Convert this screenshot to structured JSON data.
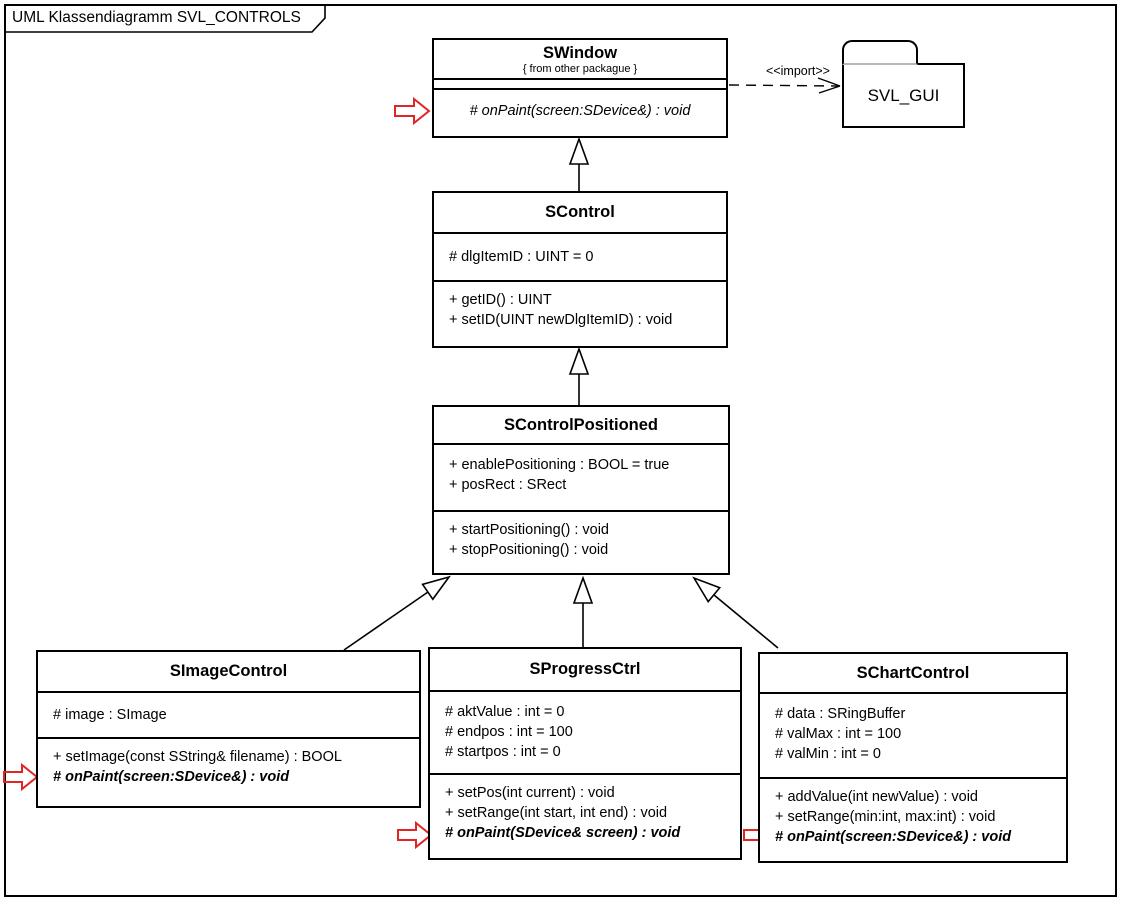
{
  "frame": {
    "title": "UML Klassendiagramm SVL_CONTROLS"
  },
  "package": {
    "name": "SVL_GUI",
    "stereotype": "<<import>>"
  },
  "classes": {
    "swindow": {
      "name": "SWindow",
      "note": "{ from other packague }",
      "attributes": [],
      "operations": [
        "# onPaint(screen:SDevice&) : void"
      ]
    },
    "scontrol": {
      "name": "SControl",
      "attributes": [
        "# dlgItemID : UINT = 0"
      ],
      "operations": [
        "+ getID() : UINT",
        "+ setID(UINT newDlgItemID) : void"
      ]
    },
    "scontrolpositioned": {
      "name": "SControlPositioned",
      "attributes": [
        "+ enablePositioning : BOOL = true",
        "+ posRect : SRect"
      ],
      "operations": [
        "+ startPositioning() : void",
        "+ stopPositioning() : void"
      ]
    },
    "simagecontrol": {
      "name": "SImageControl",
      "attributes": [
        "# image : SImage"
      ],
      "operations": [
        "+ setImage(const SString& filename) : BOOL",
        "# onPaint(screen:SDevice&) : void"
      ]
    },
    "sprogressctrl": {
      "name": "SProgressCtrl",
      "attributes": [
        "# aktValue : int = 0",
        "# endpos : int = 100",
        "# startpos : int = 0"
      ],
      "operations": [
        "+ setPos(int current) : void",
        "+ setRange(int start, int end) : void",
        "# onPaint(SDevice& screen) : void"
      ]
    },
    "schartcontrol": {
      "name": "SChartControl",
      "attributes": [
        "# data : SRingBuffer",
        "# valMax : int = 100",
        "# valMin : int = 0"
      ],
      "operations": [
        "+ addValue(int newValue) : void",
        "+ setRange(min:int, max:int) : void",
        "# onPaint(screen:SDevice&) : void"
      ]
    }
  },
  "colors": {
    "highlight_red": "#e02525",
    "line_black": "#000000",
    "background": "#ffffff"
  },
  "icons": {
    "highlight_arrow": "right-block-arrow",
    "inheritance": "hollow-triangle-arrow",
    "import_dependency": "dashed-open-arrow"
  }
}
